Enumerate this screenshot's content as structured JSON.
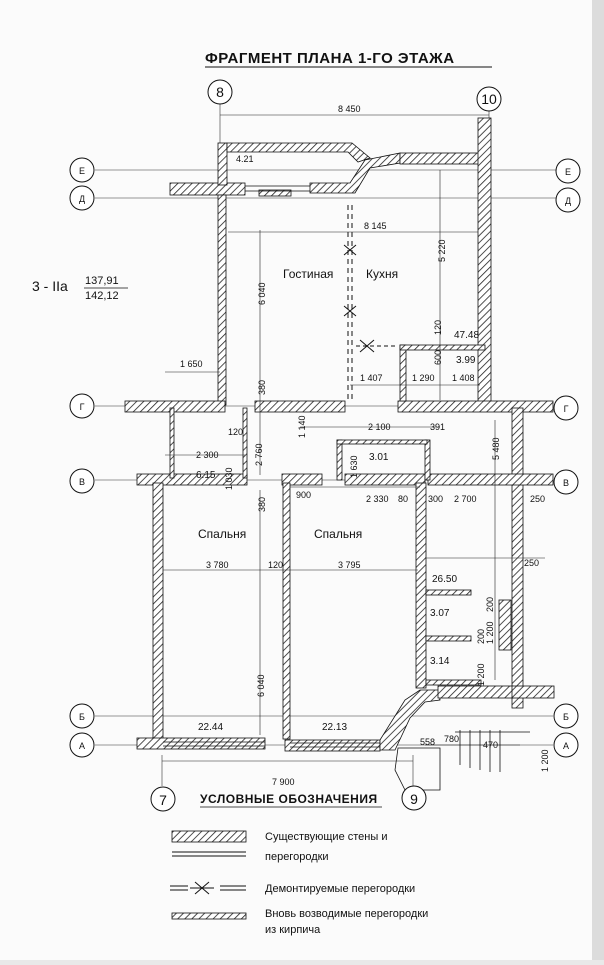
{
  "title": "ФРАГМЕНТ ПЛАНА 1-ГО ЭТАЖА",
  "apartment": {
    "code": "3 - IIа",
    "area_living": "137,91",
    "area_total": "142,12"
  },
  "axes": {
    "columns": [
      "8",
      "10",
      "7",
      "9"
    ],
    "rows_left": [
      "Е",
      "Д",
      "Г",
      "В",
      "Б",
      "А"
    ],
    "rows_right": [
      "Е",
      "Д",
      "Г",
      "В",
      "Б",
      "А"
    ]
  },
  "rooms": {
    "living": "Гостиная",
    "kitchen": "Кухня",
    "bedroom_left": "Спальня",
    "bedroom_right": "Спальня"
  },
  "areas": [
    "47.48",
    "3.99",
    "6.15",
    "3.01",
    "26.50",
    "3.07",
    "3.14",
    "22.44",
    "22.13"
  ],
  "dimensions": [
    "8 450",
    "4.21",
    "8 145",
    "5 220",
    "6 040",
    "120",
    "600",
    "1 650",
    "380",
    "1 407",
    "1 290",
    "1 408",
    "120",
    "1 140",
    "2 100",
    "391",
    "2 300",
    "2 760",
    "1 030",
    "1 630",
    "5 480",
    "380",
    "900",
    "2 330",
    "80",
    "300",
    "2 700",
    "250",
    "250",
    "3 780",
    "6 040",
    "120",
    "3 795",
    "200",
    "1 200",
    "200",
    "1 200",
    "7 900",
    "558",
    "780",
    "470",
    "1 200"
  ],
  "legend": {
    "title": "УСЛОВНЫЕ ОБОЗНАЧЕНИЯ",
    "items": [
      {
        "label1": "Существующие стены и",
        "label2": "перегородки"
      },
      {
        "label1": "Демонтируемые перегородки",
        "label2": ""
      },
      {
        "label1": "Вновь возводимые перегородки",
        "label2": "из кирпича"
      }
    ]
  }
}
